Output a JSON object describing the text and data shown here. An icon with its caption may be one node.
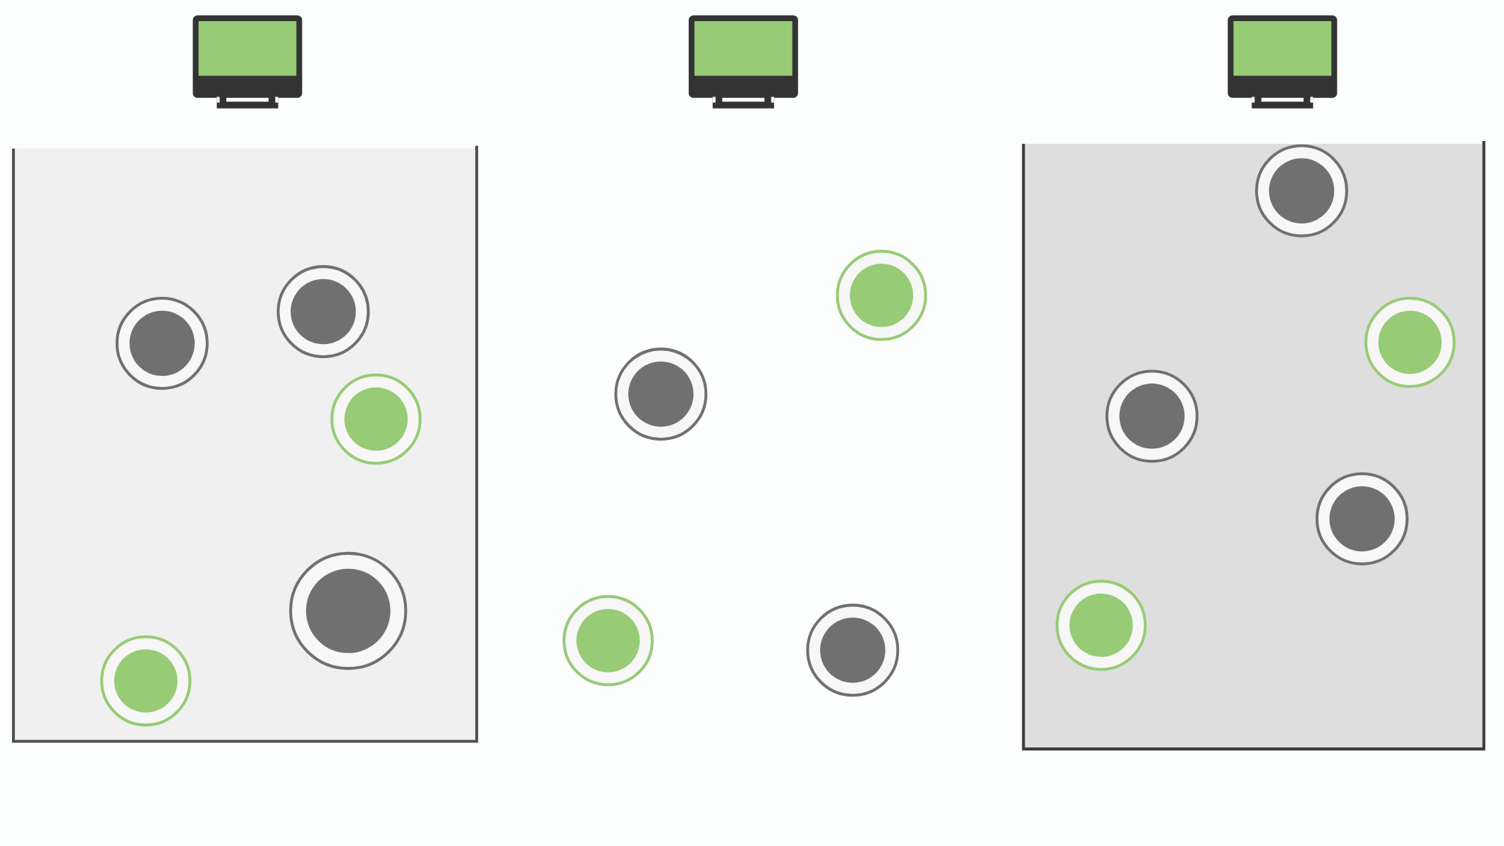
{
  "diagram": {
    "nodes": [
      {
        "text": [],
        "shape": "box"
      },
      {
        "text": [],
        "shape": "circle",
        "in": 0
      },
      {
        "text": [],
        "shape": "circle",
        "in": 0
      },
      {
        "text": [],
        "shape": "circle",
        "in": 0
      },
      {
        "text": [],
        "shape": "circle",
        "in": 0
      },
      {
        "text": [],
        "shape": "circle",
        "in": 0
      },
      {
        "text": [],
        "shape": "circle"
      },
      {
        "text": [],
        "shape": "circle"
      },
      {
        "text": [],
        "shape": "circle"
      },
      {
        "text": [],
        "shape": "circle"
      },
      {
        "text": [],
        "shape": "box"
      },
      {
        "text": [],
        "shape": "circle",
        "in": 10
      },
      {
        "text": [],
        "shape": "circle",
        "in": 10
      },
      {
        "text": [],
        "shape": "circle",
        "in": 10
      },
      {
        "text": [],
        "shape": "circle",
        "in": 10
      },
      {
        "text": [],
        "shape": "circle",
        "in": 10
      }
    ]
  }
}
